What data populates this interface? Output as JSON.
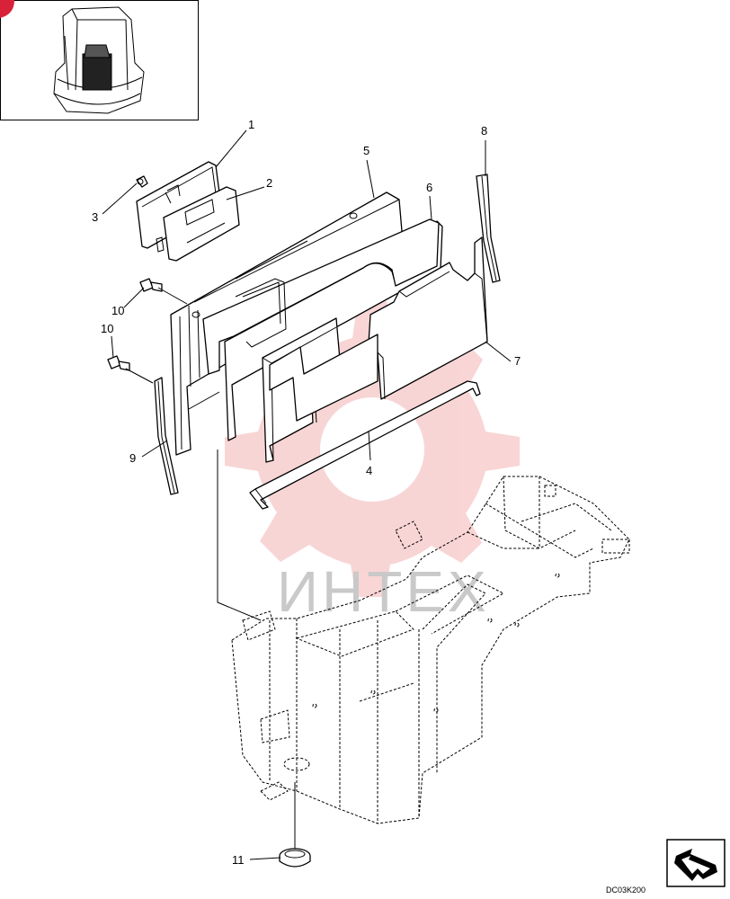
{
  "diagram": {
    "callouts": [
      {
        "id": "c1",
        "text": "1"
      },
      {
        "id": "c2",
        "text": "2"
      },
      {
        "id": "c3",
        "text": "3"
      },
      {
        "id": "c4",
        "text": "4"
      },
      {
        "id": "c5",
        "text": "5"
      },
      {
        "id": "c6",
        "text": "6"
      },
      {
        "id": "c7",
        "text": "7"
      },
      {
        "id": "c8",
        "text": "8"
      },
      {
        "id": "c9",
        "text": "9"
      },
      {
        "id": "c10a",
        "text": "10"
      },
      {
        "id": "c10b",
        "text": "10"
      },
      {
        "id": "c11",
        "text": "11"
      }
    ],
    "drawing_code": "DC03K200",
    "watermark": "ИНТЕХ",
    "colors": {
      "watermark_gear": "#f4b3b3",
      "watermark_text": "#c9c9c9",
      "corner_badge": "#d8223a",
      "line": "#000000"
    },
    "icons": {
      "nav_arrow": "arrow-icon"
    }
  }
}
